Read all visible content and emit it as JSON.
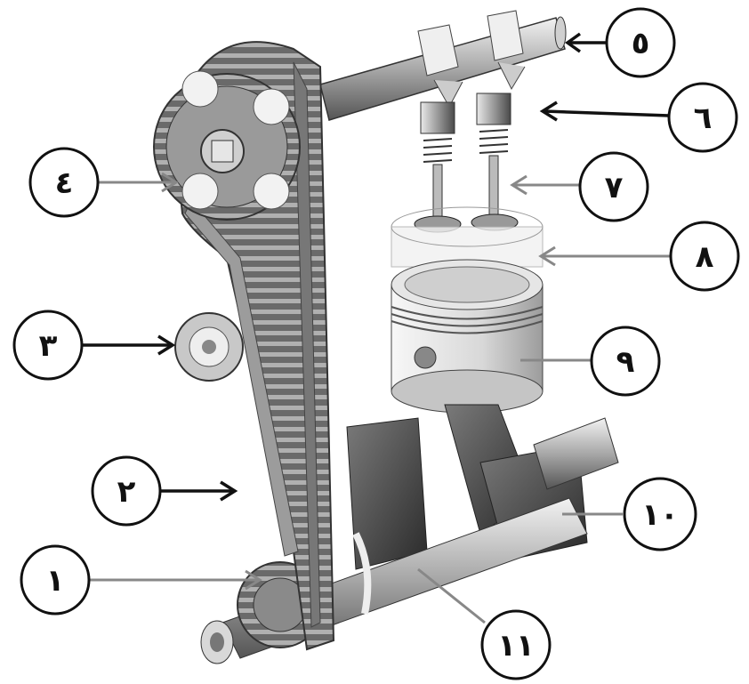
{
  "labels": {
    "l1": "١",
    "l2": "٢",
    "l3": "٣",
    "l4": "٤",
    "l5": "٥",
    "l6": "٦",
    "l7": "٧",
    "l8": "٨",
    "l9": "٩",
    "l10": "١٠",
    "l11": "١١"
  }
}
